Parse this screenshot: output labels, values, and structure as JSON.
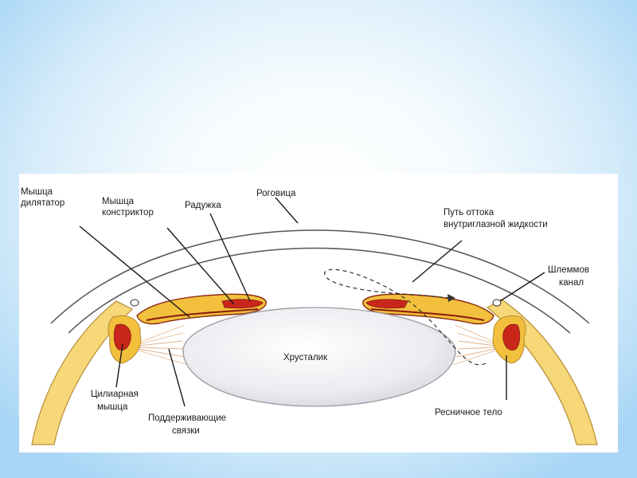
{
  "labels": {
    "dilator": [
      "Мышца",
      "дилятатор"
    ],
    "constrictor": [
      "Мышца",
      "констриктор"
    ],
    "iris": "Радужка",
    "cornea": "Роговица",
    "outflow": [
      "Путь оттока",
      "внутриглазной жидкости"
    ],
    "schlemm": [
      "Шлеммов",
      "канал"
    ],
    "lens": "Хрусталик",
    "ciliary_muscle": [
      "Цилиарная",
      "мышца"
    ],
    "zonules": [
      "Поддерживающие",
      "связки"
    ],
    "ciliary_body": "Ресничное тело"
  },
  "colors": {
    "sclera": "#f6d878",
    "iris_fill": "#f2c03c",
    "iris_edge": "#8a2a10",
    "muscle_red": "#c9261b",
    "lens_fill": "#e9e9ee",
    "lens_stroke": "#9a9aa2",
    "zonule": "#e3b48c"
  }
}
